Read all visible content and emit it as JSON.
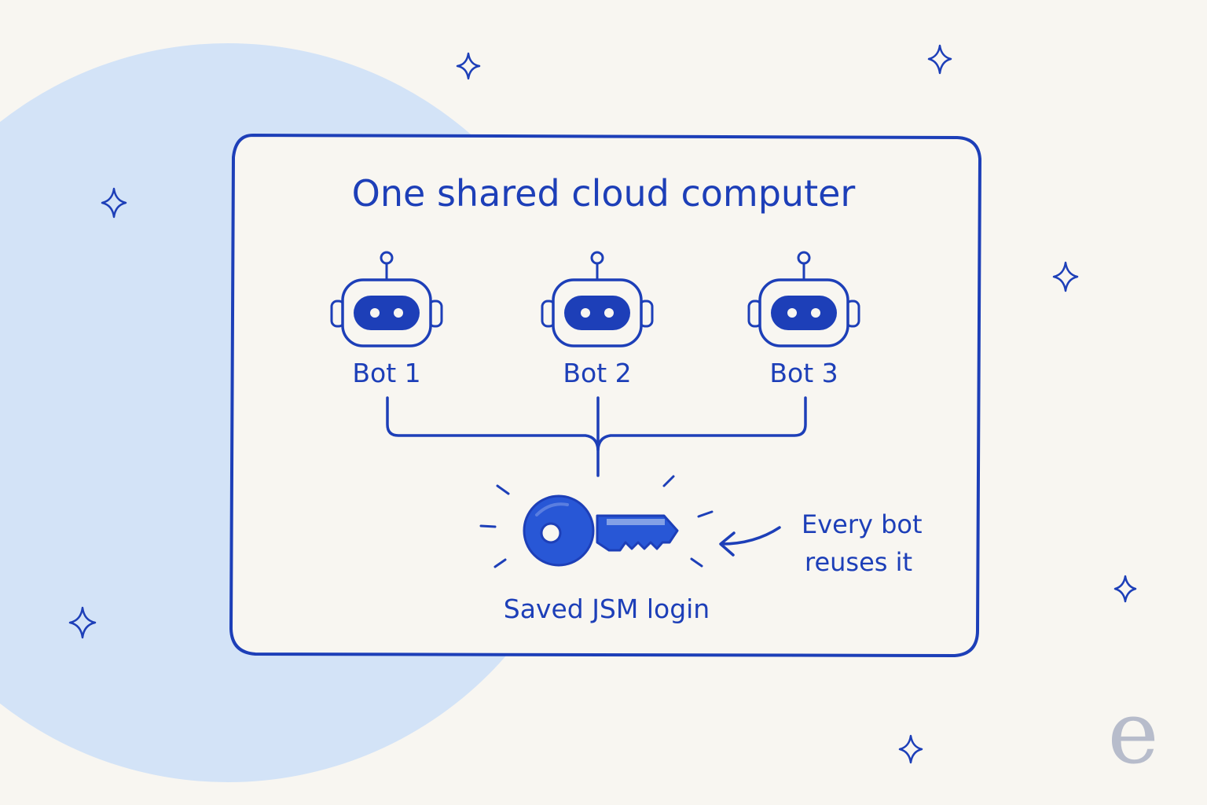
{
  "title": "One shared cloud computer",
  "bots": [
    {
      "label": "Bot 1"
    },
    {
      "label": "Bot 2"
    },
    {
      "label": "Bot 3"
    }
  ],
  "key": {
    "caption": "Saved JSM login"
  },
  "note": {
    "line1": "Every bot",
    "line2": "reuses it"
  },
  "logo": {
    "letter": "e"
  },
  "colors": {
    "ink": "#1d3fb8",
    "key_fill": "#2857d6",
    "blob": "#d3e3f7",
    "background": "#f8f6f1",
    "logo": "#b7bccb"
  }
}
